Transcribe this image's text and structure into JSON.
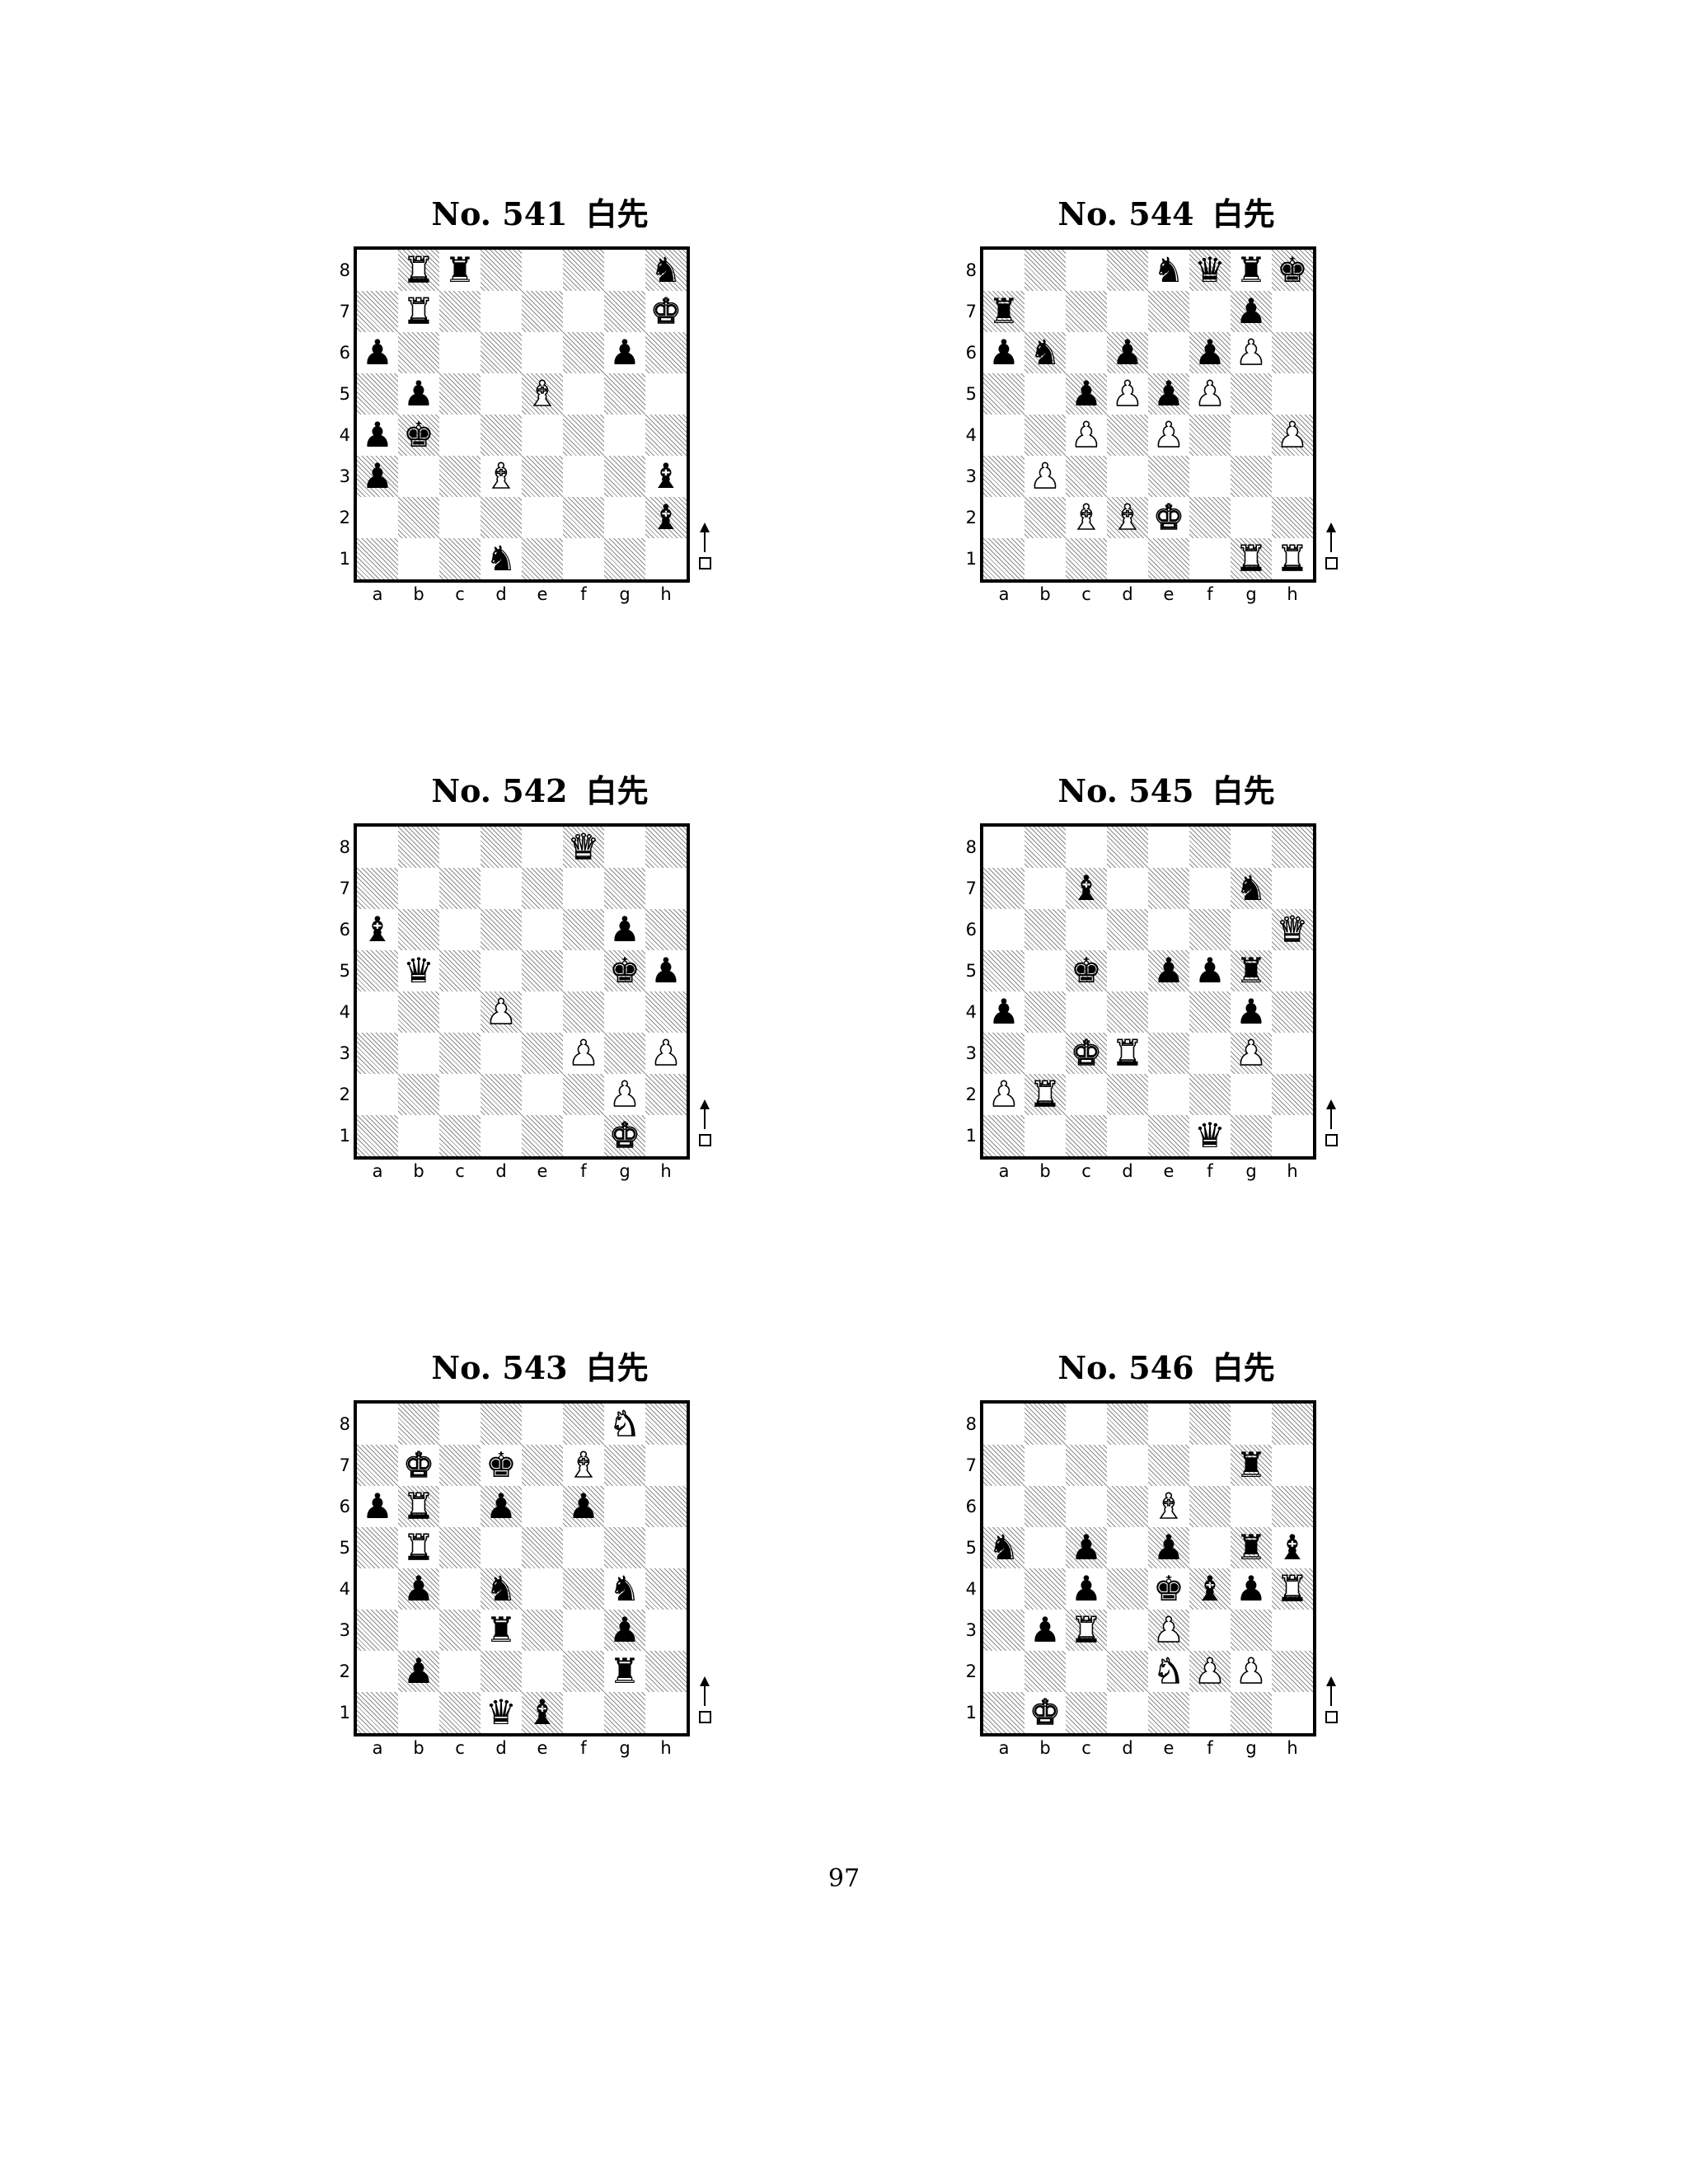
{
  "page_number": "97",
  "file_labels": [
    "a",
    "b",
    "c",
    "d",
    "e",
    "f",
    "g",
    "h"
  ],
  "rank_labels": [
    "8",
    "7",
    "6",
    "5",
    "4",
    "3",
    "2",
    "1"
  ],
  "puzzles": [
    {
      "number": "No. 541",
      "caption": "白先",
      "side_to_move": "white",
      "pieces": [
        {
          "sq": "b8",
          "type": "rook",
          "color": "white"
        },
        {
          "sq": "c8",
          "type": "rook",
          "color": "black"
        },
        {
          "sq": "h8",
          "type": "knight",
          "color": "black"
        },
        {
          "sq": "b7",
          "type": "rook",
          "color": "white"
        },
        {
          "sq": "h7",
          "type": "king",
          "color": "white"
        },
        {
          "sq": "a6",
          "type": "pawn",
          "color": "black"
        },
        {
          "sq": "g6",
          "type": "pawn",
          "color": "black"
        },
        {
          "sq": "b5",
          "type": "pawn",
          "color": "black"
        },
        {
          "sq": "e5",
          "type": "bishop",
          "color": "white"
        },
        {
          "sq": "a4",
          "type": "pawn",
          "color": "black"
        },
        {
          "sq": "b4",
          "type": "king",
          "color": "black"
        },
        {
          "sq": "a3",
          "type": "pawn",
          "color": "black"
        },
        {
          "sq": "d3",
          "type": "bishop",
          "color": "white"
        },
        {
          "sq": "h3",
          "type": "bishop",
          "color": "black"
        },
        {
          "sq": "h2",
          "type": "bishop",
          "color": "black"
        },
        {
          "sq": "d1",
          "type": "knight",
          "color": "black"
        }
      ]
    },
    {
      "number": "No. 544",
      "caption": "白先",
      "side_to_move": "white",
      "pieces": [
        {
          "sq": "e8",
          "type": "knight",
          "color": "black"
        },
        {
          "sq": "f8",
          "type": "queen",
          "color": "black"
        },
        {
          "sq": "g8",
          "type": "rook",
          "color": "black"
        },
        {
          "sq": "h8",
          "type": "king",
          "color": "black"
        },
        {
          "sq": "a7",
          "type": "rook",
          "color": "black"
        },
        {
          "sq": "g7",
          "type": "pawn",
          "color": "black"
        },
        {
          "sq": "a6",
          "type": "pawn",
          "color": "black"
        },
        {
          "sq": "b6",
          "type": "knight",
          "color": "black"
        },
        {
          "sq": "d6",
          "type": "pawn",
          "color": "black"
        },
        {
          "sq": "f6",
          "type": "pawn",
          "color": "black"
        },
        {
          "sq": "g6",
          "type": "pawn",
          "color": "white"
        },
        {
          "sq": "c5",
          "type": "pawn",
          "color": "black"
        },
        {
          "sq": "d5",
          "type": "pawn",
          "color": "white"
        },
        {
          "sq": "e5",
          "type": "pawn",
          "color": "black"
        },
        {
          "sq": "f5",
          "type": "pawn",
          "color": "white"
        },
        {
          "sq": "c4",
          "type": "pawn",
          "color": "white"
        },
        {
          "sq": "e4",
          "type": "pawn",
          "color": "white"
        },
        {
          "sq": "h4",
          "type": "pawn",
          "color": "white"
        },
        {
          "sq": "b3",
          "type": "pawn",
          "color": "white"
        },
        {
          "sq": "c2",
          "type": "bishop",
          "color": "white"
        },
        {
          "sq": "d2",
          "type": "bishop",
          "color": "white"
        },
        {
          "sq": "e2",
          "type": "king",
          "color": "white"
        },
        {
          "sq": "g1",
          "type": "rook",
          "color": "white"
        },
        {
          "sq": "h1",
          "type": "rook",
          "color": "white"
        }
      ]
    },
    {
      "number": "No. 542",
      "caption": "白先",
      "side_to_move": "white",
      "pieces": [
        {
          "sq": "f8",
          "type": "queen",
          "color": "white"
        },
        {
          "sq": "a6",
          "type": "bishop",
          "color": "black"
        },
        {
          "sq": "g6",
          "type": "pawn",
          "color": "black"
        },
        {
          "sq": "b5",
          "type": "queen",
          "color": "black"
        },
        {
          "sq": "g5",
          "type": "king",
          "color": "black"
        },
        {
          "sq": "h5",
          "type": "pawn",
          "color": "black"
        },
        {
          "sq": "d4",
          "type": "pawn",
          "color": "white"
        },
        {
          "sq": "f3",
          "type": "pawn",
          "color": "white"
        },
        {
          "sq": "h3",
          "type": "pawn",
          "color": "white"
        },
        {
          "sq": "g2",
          "type": "pawn",
          "color": "white"
        },
        {
          "sq": "g1",
          "type": "king",
          "color": "white"
        }
      ]
    },
    {
      "number": "No. 545",
      "caption": "白先",
      "side_to_move": "white",
      "pieces": [
        {
          "sq": "c7",
          "type": "bishop",
          "color": "black"
        },
        {
          "sq": "g7",
          "type": "knight",
          "color": "black"
        },
        {
          "sq": "h6",
          "type": "queen",
          "color": "white"
        },
        {
          "sq": "c5",
          "type": "king",
          "color": "black"
        },
        {
          "sq": "e5",
          "type": "pawn",
          "color": "black"
        },
        {
          "sq": "f5",
          "type": "pawn",
          "color": "black"
        },
        {
          "sq": "g5",
          "type": "rook",
          "color": "black"
        },
        {
          "sq": "a4",
          "type": "pawn",
          "color": "black"
        },
        {
          "sq": "g4",
          "type": "pawn",
          "color": "black"
        },
        {
          "sq": "c3",
          "type": "king",
          "color": "white"
        },
        {
          "sq": "d3",
          "type": "rook",
          "color": "white"
        },
        {
          "sq": "g3",
          "type": "pawn",
          "color": "white"
        },
        {
          "sq": "a2",
          "type": "pawn",
          "color": "white"
        },
        {
          "sq": "b2",
          "type": "rook",
          "color": "white"
        },
        {
          "sq": "f1",
          "type": "queen",
          "color": "black"
        }
      ]
    },
    {
      "number": "No. 543",
      "caption": "白先",
      "side_to_move": "white",
      "pieces": [
        {
          "sq": "g8",
          "type": "knight",
          "color": "white"
        },
        {
          "sq": "b7",
          "type": "king",
          "color": "white"
        },
        {
          "sq": "d7",
          "type": "king",
          "color": "black"
        },
        {
          "sq": "f7",
          "type": "bishop",
          "color": "white"
        },
        {
          "sq": "a6",
          "type": "pawn",
          "color": "black"
        },
        {
          "sq": "b6",
          "type": "rook",
          "color": "white"
        },
        {
          "sq": "d6",
          "type": "pawn",
          "color": "black"
        },
        {
          "sq": "f6",
          "type": "pawn",
          "color": "black"
        },
        {
          "sq": "b5",
          "type": "rook",
          "color": "white"
        },
        {
          "sq": "b4",
          "type": "pawn",
          "color": "black"
        },
        {
          "sq": "d4",
          "type": "knight",
          "color": "black"
        },
        {
          "sq": "g4",
          "type": "knight",
          "color": "black"
        },
        {
          "sq": "d3",
          "type": "rook",
          "color": "black"
        },
        {
          "sq": "g3",
          "type": "pawn",
          "color": "black"
        },
        {
          "sq": "b2",
          "type": "pawn",
          "color": "black"
        },
        {
          "sq": "g2",
          "type": "rook",
          "color": "black"
        },
        {
          "sq": "d1",
          "type": "queen",
          "color": "black"
        },
        {
          "sq": "e1",
          "type": "bishop",
          "color": "black"
        }
      ]
    },
    {
      "number": "No. 546",
      "caption": "白先",
      "side_to_move": "white",
      "pieces": [
        {
          "sq": "g7",
          "type": "rook",
          "color": "black"
        },
        {
          "sq": "e6",
          "type": "bishop",
          "color": "white"
        },
        {
          "sq": "a5",
          "type": "knight",
          "color": "black"
        },
        {
          "sq": "c5",
          "type": "pawn",
          "color": "black"
        },
        {
          "sq": "e5",
          "type": "pawn",
          "color": "black"
        },
        {
          "sq": "g5",
          "type": "rook",
          "color": "black"
        },
        {
          "sq": "h5",
          "type": "bishop",
          "color": "black"
        },
        {
          "sq": "c4",
          "type": "pawn",
          "color": "black"
        },
        {
          "sq": "e4",
          "type": "king",
          "color": "black"
        },
        {
          "sq": "f4",
          "type": "bishop",
          "color": "black"
        },
        {
          "sq": "g4",
          "type": "pawn",
          "color": "black"
        },
        {
          "sq": "h4",
          "type": "rook",
          "color": "white"
        },
        {
          "sq": "b3",
          "type": "pawn",
          "color": "black"
        },
        {
          "sq": "c3",
          "type": "rook",
          "color": "white"
        },
        {
          "sq": "e3",
          "type": "pawn",
          "color": "white"
        },
        {
          "sq": "e2",
          "type": "knight",
          "color": "white"
        },
        {
          "sq": "f2",
          "type": "pawn",
          "color": "white"
        },
        {
          "sq": "g2",
          "type": "pawn",
          "color": "white"
        },
        {
          "sq": "b1",
          "type": "king",
          "color": "white"
        }
      ]
    }
  ]
}
